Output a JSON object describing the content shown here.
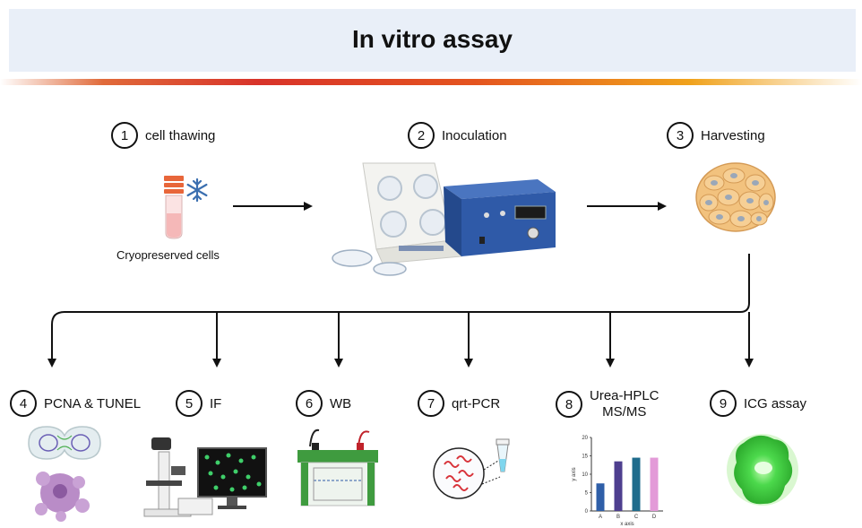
{
  "title": "In vitro assay",
  "steps": [
    {
      "num": "1",
      "label": "cell thawing"
    },
    {
      "num": "2",
      "label": "Inoculation"
    },
    {
      "num": "3",
      "label": "Harvesting"
    },
    {
      "num": "4",
      "label": "PCNA & TUNEL"
    },
    {
      "num": "5",
      "label": "IF"
    },
    {
      "num": "6",
      "label": "WB"
    },
    {
      "num": "7",
      "label": "qrt-PCR"
    },
    {
      "num": "8",
      "label_line1": "Urea-HPLC",
      "label_line2": "MS/MS"
    },
    {
      "num": "9",
      "label": "ICG assay"
    }
  ],
  "cryo_caption": "Cryopreserved cells",
  "mini_chart": {
    "type": "bar",
    "categories": [
      "A",
      "B",
      "C",
      "D"
    ],
    "values": [
      7.5,
      13.5,
      14.5,
      14.5
    ],
    "colors": [
      "#2f5fa8",
      "#4e3f8f",
      "#1f6c8c",
      "#e39ad8"
    ],
    "ylim": [
      0,
      20
    ],
    "yticks": [
      "0",
      "5",
      "10",
      "15",
      "20"
    ],
    "xlabel": "x axis",
    "ylabel": "y axis"
  },
  "colors": {
    "header_bg": "#e9eff8",
    "tube_cap": "#e8663a",
    "snowflake": "#3b6fb0",
    "cells": "#f2c27e",
    "device_blue": "#2f5aa8",
    "wb_green": "#3f9b3f",
    "icg_green": "#3fcf3f"
  }
}
